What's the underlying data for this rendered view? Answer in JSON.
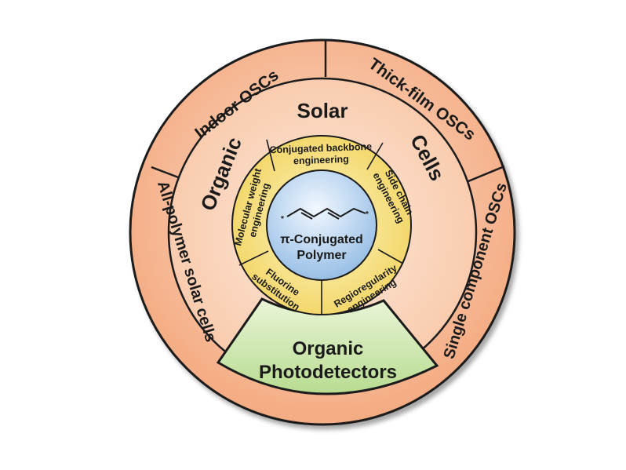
{
  "center": {
    "line1": "π-Conjugated",
    "line2": "Polymer"
  },
  "inner_ring": [
    {
      "id": "backbone",
      "lines": [
        "Conjugated backbone",
        "engineering"
      ]
    },
    {
      "id": "sidechain",
      "lines": [
        "Side chain",
        "engineering"
      ]
    },
    {
      "id": "regio",
      "lines": [
        "Regioregularity",
        "engineering"
      ]
    },
    {
      "id": "fluorine",
      "lines": [
        "Fluorine",
        "substitution"
      ]
    },
    {
      "id": "mw",
      "lines": [
        "Molecular weight",
        "engineering"
      ]
    }
  ],
  "middle_ring": {
    "organic": "Organic",
    "solar": "Solar",
    "cells": "Cells"
  },
  "outer_ring": {
    "indoor": "Indoor OSCs",
    "thick": "Thick-film OSCs",
    "single": "Single component OSCs",
    "allpoly": "All-polymer solar cells"
  },
  "photodetector": {
    "line1": "Organic",
    "line2": "Photodetectors"
  },
  "colors": {
    "outer_fill": "#f6b894",
    "middle_fill": "#fbd2b8",
    "inner_fill": "#f7e07a",
    "center_fill": "#b6d1ee",
    "photodetector_fill": "#cde8ad",
    "stroke": "#1a1a1a"
  }
}
